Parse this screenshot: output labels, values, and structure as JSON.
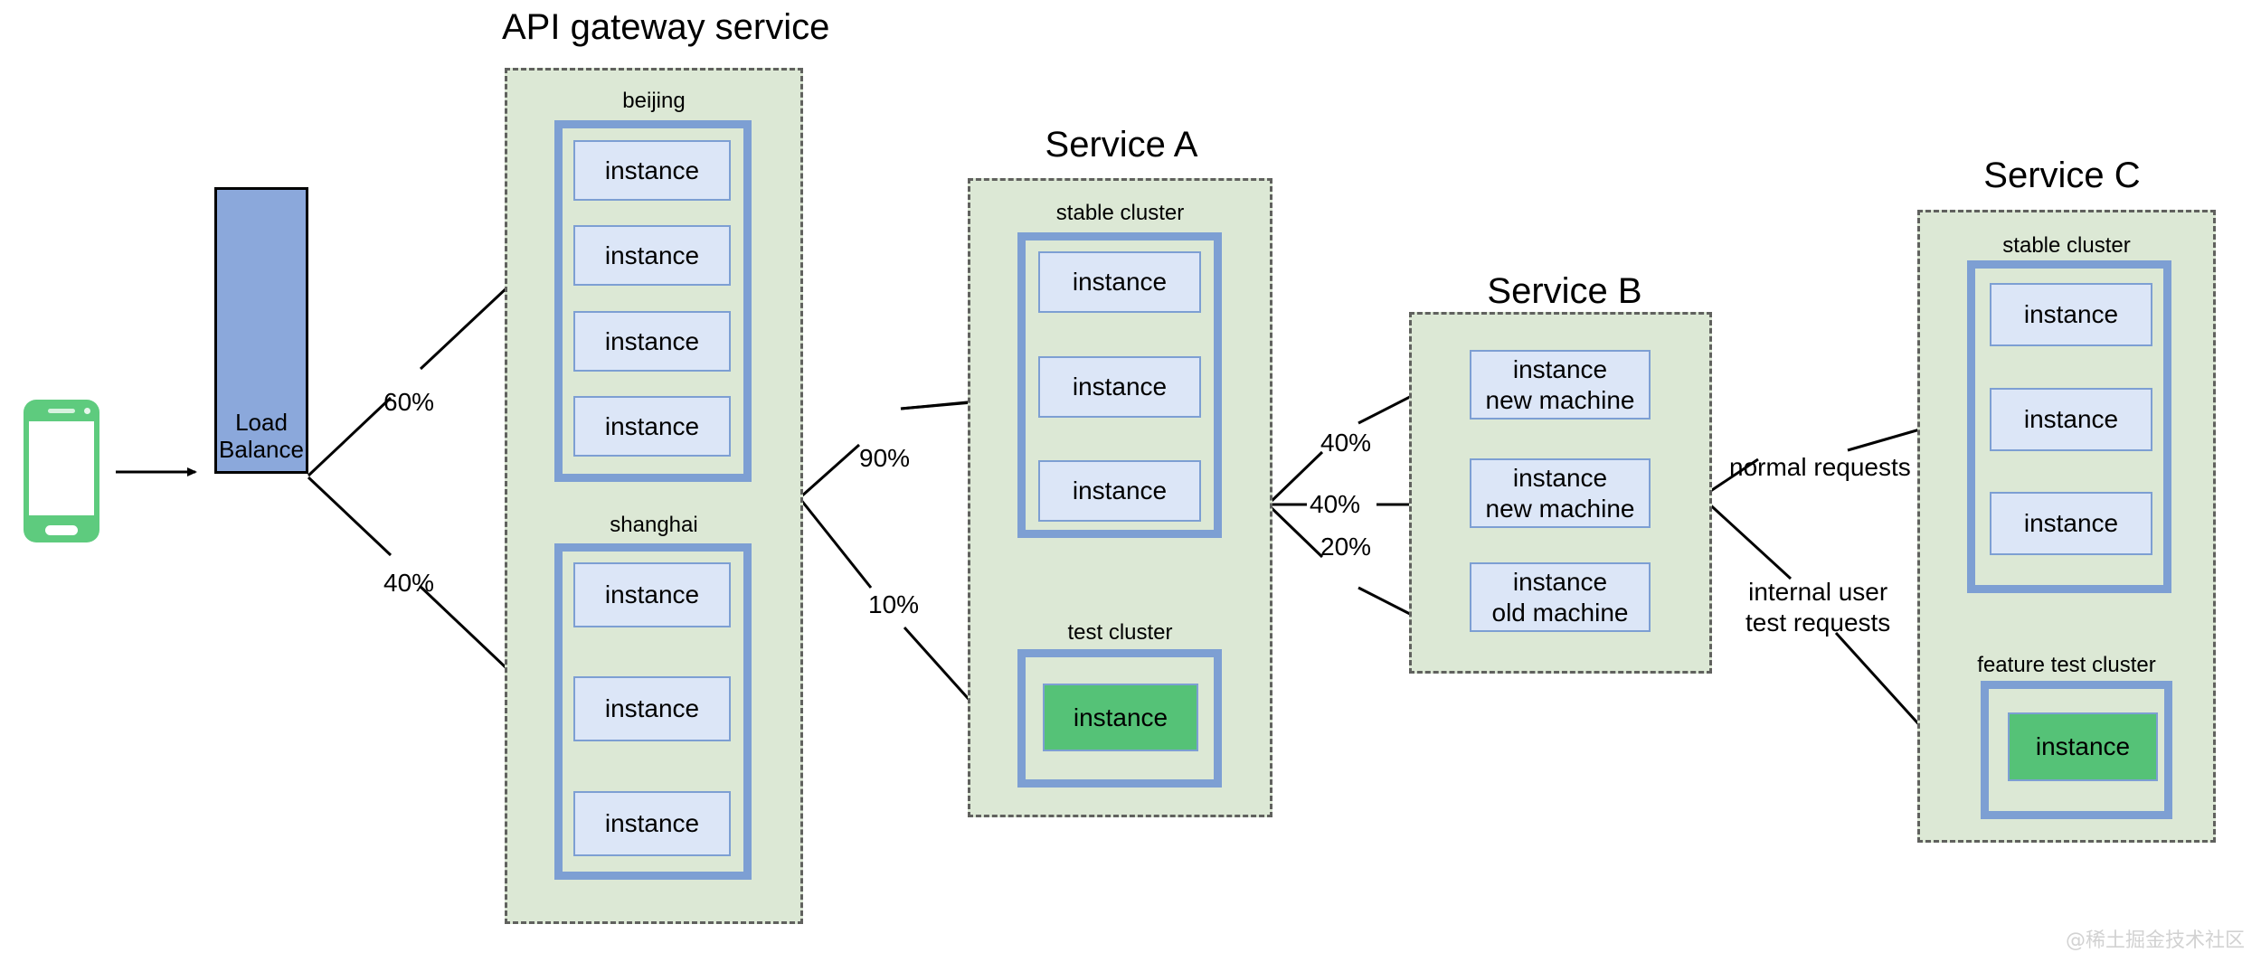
{
  "diagram": {
    "title_gateway": "API gateway service",
    "title_service_a": "Service A",
    "title_service_b": "Service B",
    "title_service_c": "Service C",
    "watermark": "@稀土掘金技术社区"
  },
  "client": {
    "device": "mobile-phone"
  },
  "load_balancer": {
    "label": "Load\nBalance",
    "line1": "Load",
    "line2": "Balance"
  },
  "gateway": {
    "title": "API gateway service",
    "regions": [
      {
        "name": "beijing",
        "instances": [
          {
            "label": "instance"
          },
          {
            "label": "instance"
          },
          {
            "label": "instance"
          },
          {
            "label": "instance"
          }
        ]
      },
      {
        "name": "shanghai",
        "instances": [
          {
            "label": "instance"
          },
          {
            "label": "instance"
          },
          {
            "label": "instance"
          }
        ]
      }
    ]
  },
  "service_a": {
    "title": "Service A",
    "clusters": [
      {
        "name": "stable cluster",
        "instances": [
          {
            "label": "instance",
            "variant": "normal"
          },
          {
            "label": "instance",
            "variant": "normal"
          },
          {
            "label": "instance",
            "variant": "normal"
          }
        ]
      },
      {
        "name": "test cluster",
        "instances": [
          {
            "label": "instance",
            "variant": "green"
          }
        ]
      }
    ]
  },
  "service_b": {
    "title": "Service B",
    "instances": [
      {
        "line1": "instance",
        "line2": "new machine"
      },
      {
        "line1": "instance",
        "line2": "new machine"
      },
      {
        "line1": "instance",
        "line2": "old machine"
      }
    ]
  },
  "service_c": {
    "title": "Service C",
    "clusters": [
      {
        "name": "stable cluster",
        "instances": [
          {
            "label": "instance",
            "variant": "normal"
          },
          {
            "label": "instance",
            "variant": "normal"
          },
          {
            "label": "instance",
            "variant": "normal"
          }
        ]
      },
      {
        "name": "feature test cluster",
        "instances": [
          {
            "label": "instance",
            "variant": "green"
          }
        ]
      }
    ]
  },
  "edge_labels": {
    "lb_to_beijing": "60%",
    "lb_to_shanghai": "40%",
    "gw_to_stable_a": "90%",
    "gw_to_test_a": "10%",
    "a_to_b_new1": "40%",
    "a_to_b_new2": "40%",
    "a_to_b_old": "20%",
    "b_to_c_normal": "normal requests",
    "b_to_c_test_line1": "internal user",
    "b_to_c_test_line2": "test requests"
  },
  "colors": {
    "group_fill": "#DCE8D5",
    "group_border": "#60615E",
    "cluster_border": "#7D9FD3",
    "instance_fill": "#DCE6F7",
    "instance_green": "#55C277",
    "load_balancer_fill": "#8BA8DB",
    "phone_green": "#5ECB7E",
    "edge_stroke": "#000000"
  }
}
